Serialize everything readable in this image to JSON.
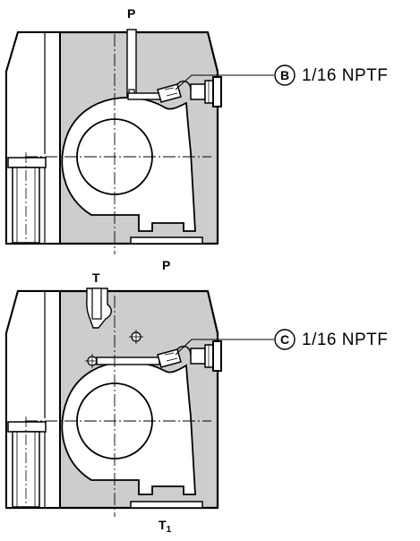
{
  "top_view": {
    "port_top_label": "P",
    "port_bottom_label": "P",
    "callout": {
      "letter": "B",
      "text": "1/16 NPTF"
    }
  },
  "bottom_view": {
    "port_top_label": "T",
    "port_bottom_label": "T",
    "port_bottom_subscript": "1",
    "callout": {
      "letter": "C",
      "text": "1/16 NPTF"
    }
  },
  "colors": {
    "body_fill": "#cdcdcd",
    "line": "#000000",
    "background": "#ffffff"
  }
}
